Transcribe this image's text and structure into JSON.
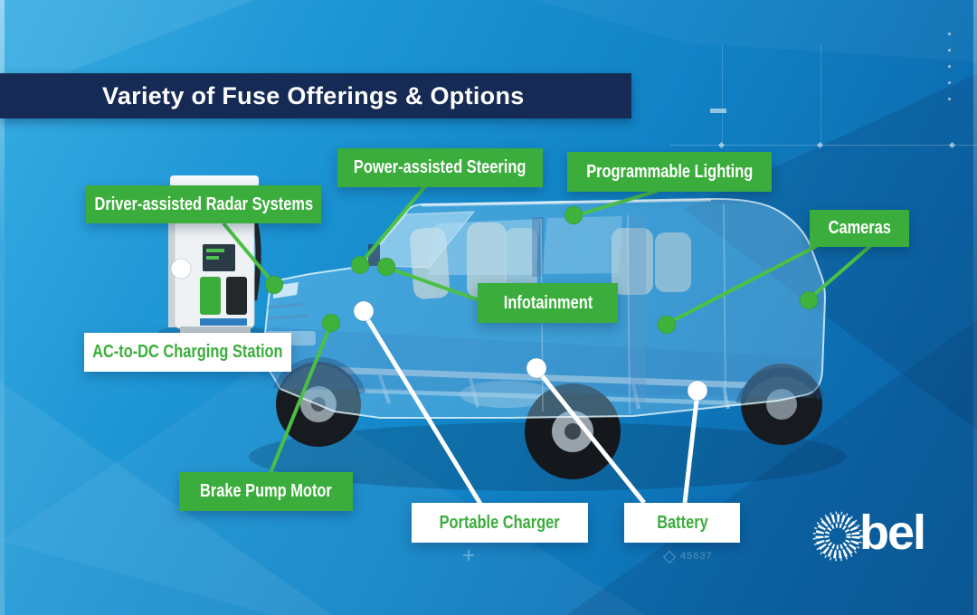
{
  "title": "Variety of Fuse Offerings & Options",
  "callouts": [
    {
      "id": "driver-assisted-radar-systems",
      "text": "Driver-assisted Radar Systems",
      "style": "green"
    },
    {
      "id": "power-assisted-steering",
      "text": "Power-assisted Steering",
      "style": "green"
    },
    {
      "id": "programmable-lighting",
      "text": "Programmable Lighting",
      "style": "green"
    },
    {
      "id": "cameras",
      "text": "Cameras",
      "style": "green"
    },
    {
      "id": "infotainment",
      "text": "Infotainment",
      "style": "green"
    },
    {
      "id": "ac-to-dc-charging-station",
      "text": "AC-to-DC Charging Station",
      "style": "white"
    },
    {
      "id": "brake-pump-motor",
      "text": "Brake Pump Motor",
      "style": "green"
    },
    {
      "id": "portable-charger",
      "text": "Portable Charger",
      "style": "white"
    },
    {
      "id": "battery",
      "text": "Battery",
      "style": "white"
    }
  ],
  "logo": {
    "text": "bel",
    "icon": "bel-starburst-icon"
  },
  "decor": {
    "watermark_number": "45637"
  },
  "colors": {
    "green_label": "#3BAD3C",
    "line_green": "#4CC044",
    "navy_banner": "#152B55",
    "background_top": "#38ADE3",
    "background_bottom": "#0A5F9F",
    "van_body": "rgba(125,195,235,0.42)"
  }
}
